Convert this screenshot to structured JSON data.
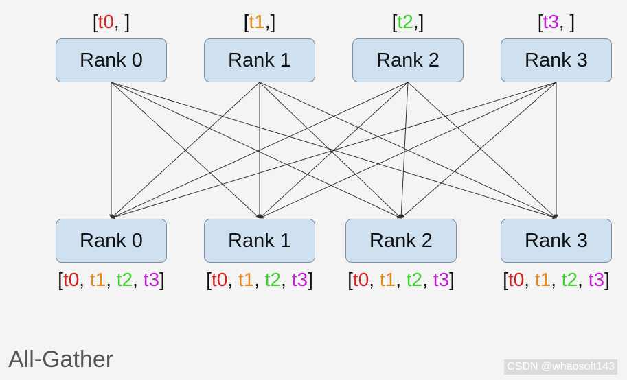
{
  "title": "All-Gather",
  "watermark": "CSDN @whaosoft143",
  "colors": {
    "t0": "#d42020",
    "t1": "#e08a1c",
    "t2": "#3fcf2f",
    "t3": "#c020d0",
    "box_fill": "#cfe0f1",
    "box_border": "#7c8a99",
    "line": "#333333"
  },
  "top_ranks": [
    {
      "label": "Rank 0",
      "tokens": [
        {
          "text": "t0",
          "color_key": "t0"
        }
      ],
      "open": "[",
      "close": ", ]"
    },
    {
      "label": "Rank 1",
      "tokens": [
        {
          "text": "t1",
          "color_key": "t1"
        }
      ],
      "open": "[",
      "close": ",]"
    },
    {
      "label": "Rank 2",
      "tokens": [
        {
          "text": "t2",
          "color_key": "t2"
        }
      ],
      "open": "[",
      "close": ",]"
    },
    {
      "label": "Rank 3",
      "tokens": [
        {
          "text": "t3",
          "color_key": "t3"
        }
      ],
      "open": "[",
      "close": ", ]"
    }
  ],
  "bottom_ranks": [
    {
      "label": "Rank 0",
      "tokens": [
        "t0",
        "t1",
        "t2",
        "t3"
      ]
    },
    {
      "label": "Rank 1",
      "tokens": [
        "t0",
        "t1",
        "t2",
        "t3"
      ]
    },
    {
      "label": "Rank 2",
      "tokens": [
        "t0",
        "t1",
        "t2",
        "t3"
      ]
    },
    {
      "label": "Rank 3",
      "tokens": [
        "t0",
        "t1",
        "t2",
        "t3"
      ]
    }
  ]
}
